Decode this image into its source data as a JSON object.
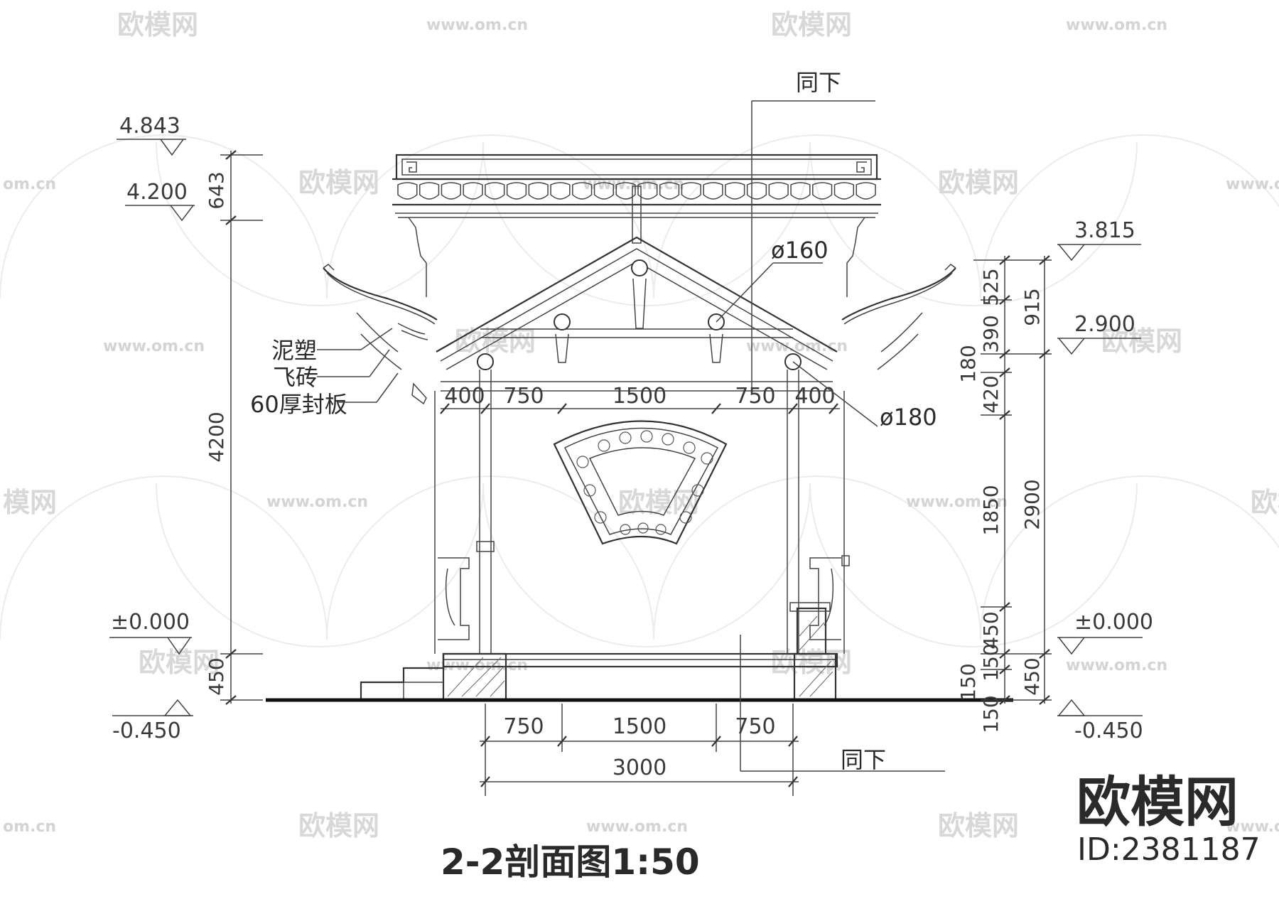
{
  "drawing": {
    "title": "2-2剖面图1:50",
    "brand": {
      "name": "欧模网",
      "id": "ID:2381187"
    },
    "watermark": {
      "logo_text": "欧模网",
      "url_text": "www.om.cn",
      "short_text": "om.cn",
      "partial_text": "模网"
    },
    "callouts": {
      "same_as_below_top": "同下",
      "same_as_below_bottom": "同下",
      "diameter_160": "ø160",
      "diameter_180": "ø180",
      "clay_sculpture": "泥塑",
      "flying_brick": "飞砖",
      "sealing_board": "60厚封板"
    },
    "elevations": {
      "left_top": "4.843",
      "left_eave": "4.200",
      "left_floor": "±0.000",
      "left_ground": "-0.450",
      "right_ridge": "3.815",
      "right_beam": "2.900",
      "right_floor": "±0.000",
      "right_ground": "-0.450"
    },
    "dimensions": {
      "left_vertical": [
        "643",
        "4200",
        "450"
      ],
      "right_vertical_inner": [
        "525",
        "390",
        "180",
        "420",
        "1850",
        "450",
        "150",
        "150",
        "150"
      ],
      "right_vertical_outer": [
        "915",
        "2900",
        "450"
      ],
      "top_horizontal": [
        "400",
        "750",
        "1500",
        "750",
        "400"
      ],
      "bottom_horizontal": [
        "750",
        "1500",
        "750"
      ],
      "bottom_total": "3000"
    }
  }
}
